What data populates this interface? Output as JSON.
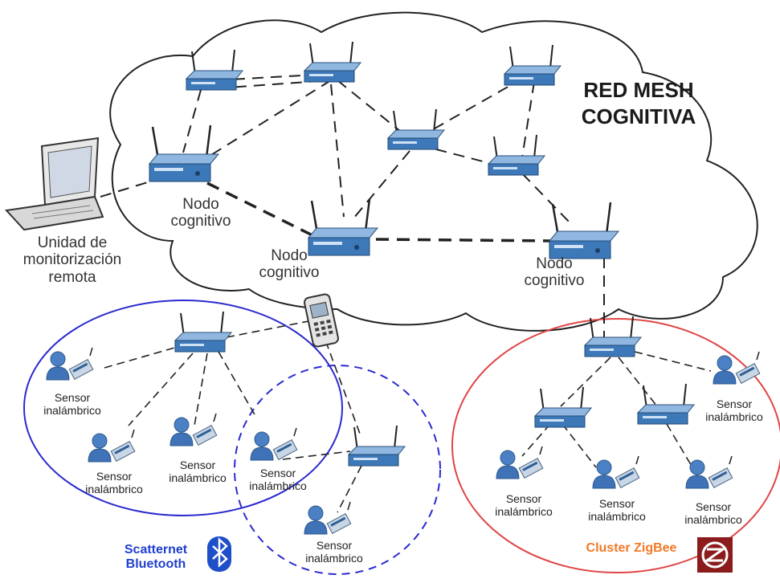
{
  "title": {
    "line1": "RED MESH",
    "line2": "COGNITIVA"
  },
  "laptop": {
    "line1": "Unidad de",
    "line2": "monitorización",
    "line3": "remota"
  },
  "nodes": [
    {
      "line1": "Nodo",
      "line2": "cognitivo"
    },
    {
      "line1": "Nodo",
      "line2": "cognitivo"
    },
    {
      "line1": "Nodo",
      "line2": "cognitivo"
    }
  ],
  "sensors": [
    {
      "line1": "Sensor",
      "line2": "inalámbrico"
    },
    {
      "line1": "Sensor",
      "line2": "inalámbrico"
    },
    {
      "line1": "Sensor",
      "line2": "inalámbrico"
    },
    {
      "line1": "Sensor",
      "line2": "inalámbrico"
    },
    {
      "line1": "Sensor",
      "line2": "inalámbrico"
    },
    {
      "line1": "Sensor",
      "line2": "inalámbrico"
    },
    {
      "line1": "Sensor",
      "line2": "inalámbrico"
    },
    {
      "line1": "Sensor",
      "line2": "inalámbrico"
    },
    {
      "line1": "Sensor",
      "line2": "inalámbrico"
    }
  ],
  "clusters": {
    "bluetooth": {
      "line1": "Scatternet",
      "line2": "Bluetooth",
      "color": "#1f3fcf",
      "icon": "bluetooth-icon"
    },
    "zigbee": {
      "label": "Cluster ZigBee",
      "color": "#f07a26",
      "icon": "zigbee-icon"
    }
  },
  "colors": {
    "router": "#3d78b8",
    "cloud_stroke": "#222222",
    "bluetooth_ring": "#2a2ad0",
    "zigbee_ring": "#e04545"
  }
}
